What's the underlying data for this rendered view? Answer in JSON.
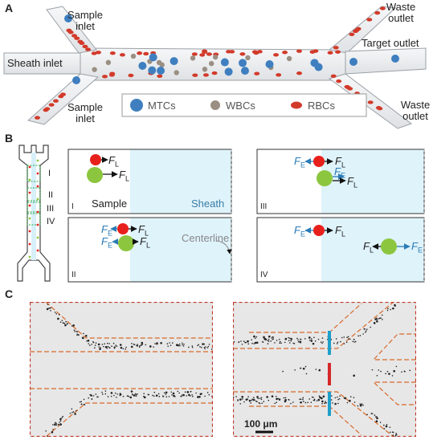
{
  "panels": {
    "a": "A",
    "b": "B",
    "c": "C"
  },
  "panel_a": {
    "sample_inlet_top": [
      "Sample",
      "inlet"
    ],
    "sheath_inlet": "Sheath inlet",
    "sample_inlet_bottom": [
      "Sample",
      "inlet"
    ],
    "waste_outlet_top": [
      "Waste",
      "outlet"
    ],
    "target_outlet": "Target outlet",
    "waste_outlet_bottom": [
      "Waste",
      "outlet"
    ],
    "legend": {
      "mtcs": "MTCs",
      "wbcs": "WBCs",
      "rbcs": "RBCs"
    },
    "colors": {
      "mtc": "#3f7fc0",
      "wbc": "#9a8f82",
      "rbc": "#d23a2a"
    }
  },
  "panel_b": {
    "chip_regions": [
      "I",
      "II",
      "III",
      "IV"
    ],
    "box_I": {
      "roman": "I",
      "sample": "Sample",
      "sheath": "Sheath"
    },
    "box_II": {
      "roman": "II",
      "centerline": "Centerline"
    },
    "box_III": {
      "roman": "III"
    },
    "box_IV": {
      "roman": "IV"
    },
    "force_lift": {
      "main": "F",
      "sub": "L"
    },
    "force_elastic": {
      "main": "F",
      "sub": "E"
    },
    "colors": {
      "rbc": "#e8201c",
      "wbc": "#8cc63f",
      "sheath": "#dff3fb",
      "force_e": "#2a7bb5"
    }
  },
  "panel_c": {
    "scale_bar": "100 μm",
    "colors": {
      "border": "#c0392b",
      "wall": "#d86a2a",
      "center": "#d62728",
      "side": "#1f9fc9"
    }
  }
}
